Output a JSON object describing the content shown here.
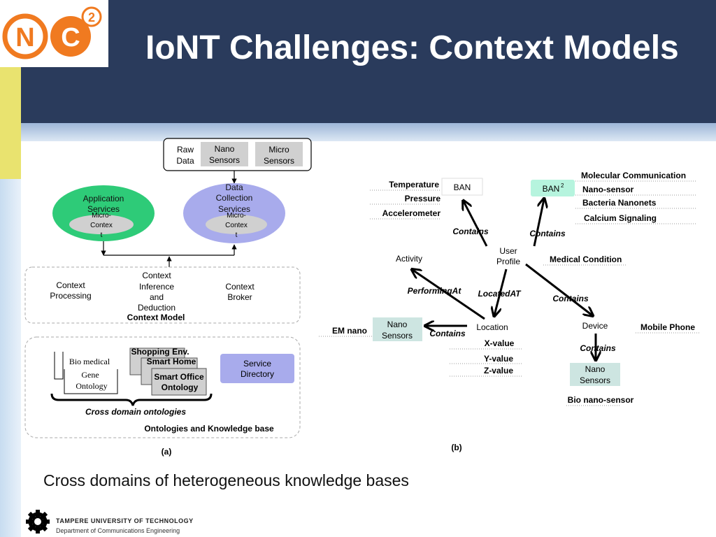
{
  "slide": {
    "title": "IoNT Challenges: Context Models",
    "caption": "Cross domains of heterogeneous knowledge bases",
    "footer_university": "TAMPERE UNIVERSITY OF TECHNOLOGY",
    "footer_department": "Department of Communications Engineering",
    "logo": {
      "letters": [
        "N",
        "C"
      ],
      "superscript": "2",
      "color": "#f07a20"
    }
  },
  "diagram_a": {
    "raw_data": [
      "Raw",
      "Data"
    ],
    "nano_sensors": [
      "Nano",
      "Sensors"
    ],
    "micro_sensors": [
      "Micro",
      "Sensors"
    ],
    "application_services": [
      "Application",
      "Services"
    ],
    "data_collection_services": [
      "Data",
      "Collection",
      "Services"
    ],
    "micro_context_1": [
      "Micro-",
      "Contex",
      "t"
    ],
    "micro_context_2": [
      "Micro-",
      "Contex",
      "t"
    ],
    "context_processing": [
      "Context",
      "Processing"
    ],
    "context_inference": [
      "Context",
      "Inference",
      "and",
      "Deduction"
    ],
    "context_broker": [
      "Context",
      "Broker"
    ],
    "context_model": "Context Model",
    "bio_medical": "Bio medical",
    "gene_ontology": [
      "Gene",
      "Ontology"
    ],
    "shopping_env": "Shopping Env.",
    "smart_home": "Smart Home",
    "smart_office": [
      "Smart Office",
      "Ontology"
    ],
    "service_directory": [
      "Service",
      "Directory"
    ],
    "cross_domain": "Cross domain ontologies",
    "ontologies_kb": "Ontologies and Knowledge base",
    "label": "(a)"
  },
  "diagram_b": {
    "temperature": "Temperature",
    "pressure": "Pressure",
    "accelerometer": "Accelerometer",
    "ban": "BAN",
    "ban2": "BAN",
    "ban2_sup": "2",
    "molecular_communication": "Molecular Communication",
    "nano_sensor": "Nano-sensor",
    "bacteria_nanonets": "Bacteria Nanonets",
    "calcium_signaling": "Calcium Signaling",
    "contains_1": "Contains",
    "contains_2": "Contains",
    "contains_3": "Contains",
    "contains_4": "Contains",
    "contains_5": "Contains",
    "user_profile": [
      "User",
      "Profile"
    ],
    "activity": "Activity",
    "medical_condition": "Medical Condition",
    "performing_at": "PerformingAt",
    "located_at": "LocatedAT",
    "location": "Location",
    "device": "Device",
    "mobile_phone": "Mobile Phone",
    "em_nano": "EM nano",
    "nano_sensors_left": [
      "Nano",
      "Sensors"
    ],
    "nano_sensors_right": [
      "Nano",
      "Sensors"
    ],
    "x_value": "X-value",
    "y_value": "Y-value",
    "z_value": "Z-value",
    "bio_nano_sensor": "Bio nano-sensor",
    "label": "(b)"
  },
  "colors": {
    "header": "#2a3b5c",
    "application_services": "#2ecb78",
    "data_collection": "#a8abec",
    "service_directory": "#a8abec",
    "nano_box": "#cde5e1",
    "ban2_box": "#b6f4de",
    "gray_box": "#d0d0d0",
    "logo_orange": "#f07a20"
  }
}
